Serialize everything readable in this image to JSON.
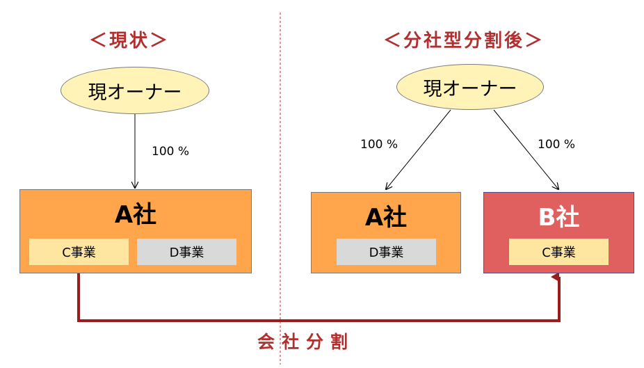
{
  "left": {
    "heading": "＜現状＞",
    "owner": "現オーナー",
    "pct": "100 %",
    "company": {
      "name": "A社",
      "units": [
        "C事業",
        "D事業"
      ]
    }
  },
  "right": {
    "heading": "＜分社型分割後＞",
    "owner": "現オーナー",
    "pct_left": "100 %",
    "pct_right": "100 %",
    "company_a": {
      "name": "A社",
      "units": [
        "D事業"
      ]
    },
    "company_b": {
      "name": "B社",
      "units": [
        "C事業"
      ]
    }
  },
  "split_label": "会社分割",
  "colors": {
    "accent": "#b03030",
    "arrow": "#9b1c1c",
    "company_orange": "#ffa64d",
    "company_red": "#e06060",
    "owner_fill": "#fff3b8",
    "biz_c": "#ffe6a0",
    "biz_d": "#d9d9d9",
    "divider": "#b03030"
  }
}
